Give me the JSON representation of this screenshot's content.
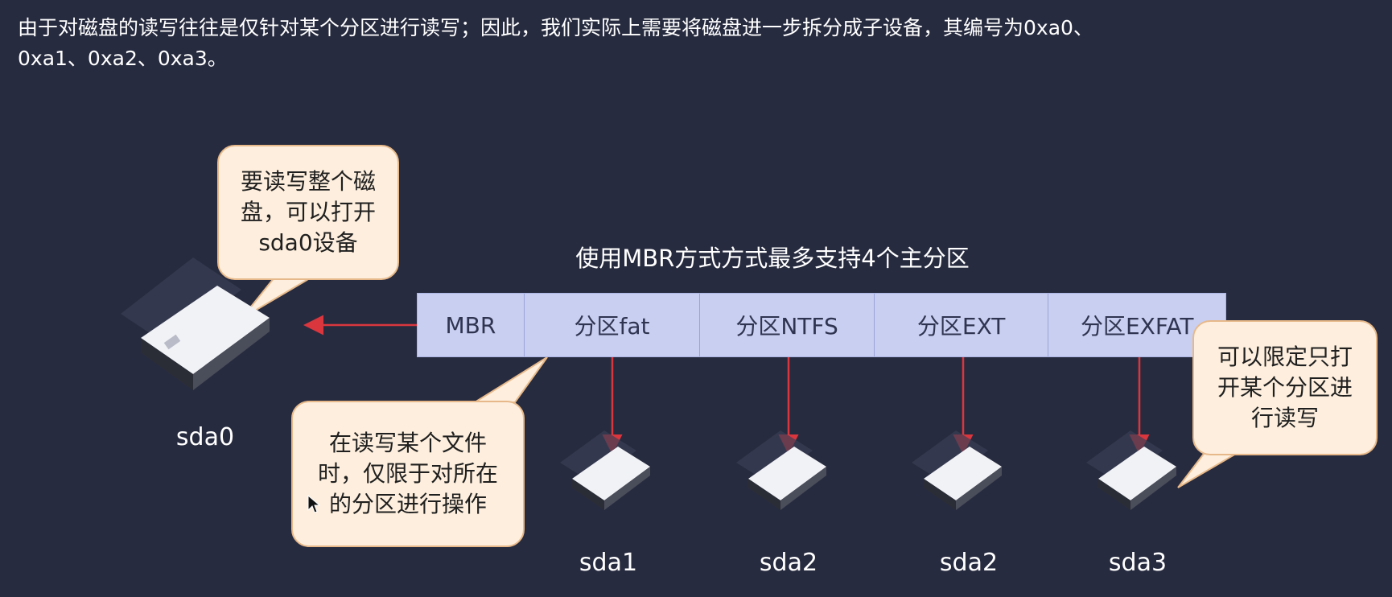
{
  "intro": {
    "line1": "由于对磁盘的读写往往是仅针对某个分区进行读写；因此，我们实际上需要将磁盘进一步拆分成子设备，其编号为0xa0、",
    "line2": "0xa1、0xa2、0xa3。"
  },
  "diagram": {
    "title": "使用MBR方式方式最多支持4个主分区",
    "cells": [
      "MBR",
      "分区fat",
      "分区NTFS",
      "分区EXT",
      "分区EXFAT"
    ],
    "disks": [
      "sda0",
      "sda1",
      "sda2",
      "sda2",
      "sda3"
    ]
  },
  "callouts": {
    "whole_disk": [
      "要读写整个磁",
      "盘，可以打开",
      "sda0设备"
    ],
    "file_rw": [
      "在读写某个文件",
      "时，仅限于对所在",
      "的分区进行操作"
    ],
    "limit_partition": [
      "可以限定只打",
      "开某个分区进",
      "行读写"
    ]
  },
  "colors": {
    "background": "#272b3f",
    "bar_fill": "#c9cff1",
    "callout_fill": "#fdeedd",
    "arrow": "#d9363e"
  }
}
